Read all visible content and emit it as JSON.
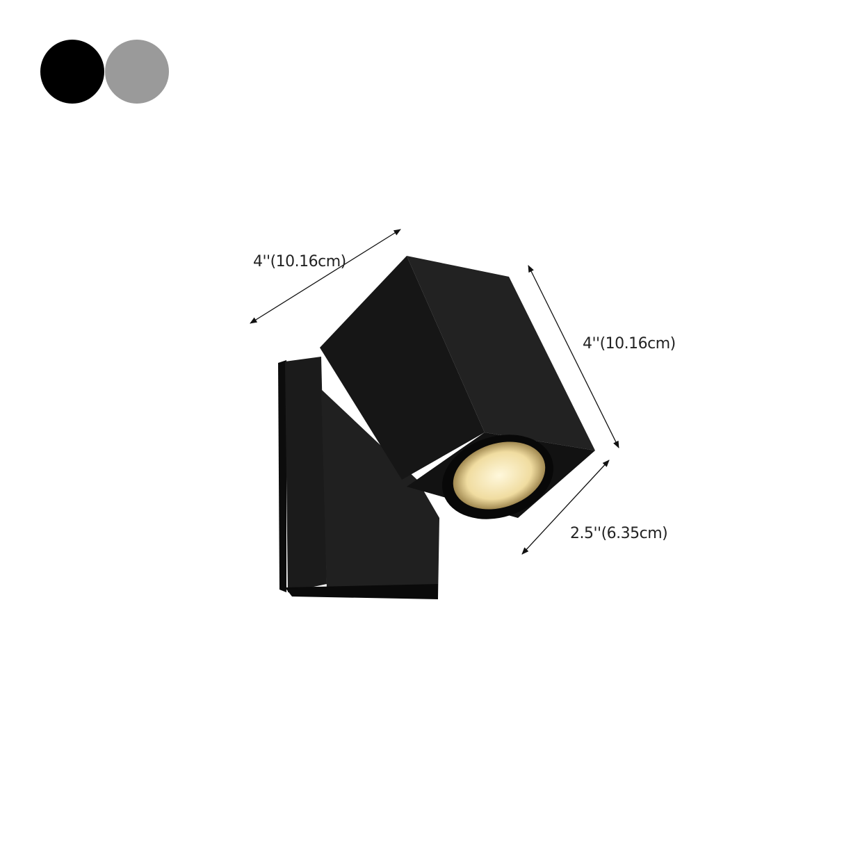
{
  "swatches": [
    {
      "name": "black",
      "color": "#000000"
    },
    {
      "name": "gray",
      "color": "#9a9a9a"
    }
  ],
  "dimensions": {
    "width": "4''(10.16cm)",
    "length": "4''(10.16cm)",
    "depth": "2.5''(6.35cm)"
  },
  "colors": {
    "lamp": "#151515",
    "light": "#f3e3b0"
  }
}
